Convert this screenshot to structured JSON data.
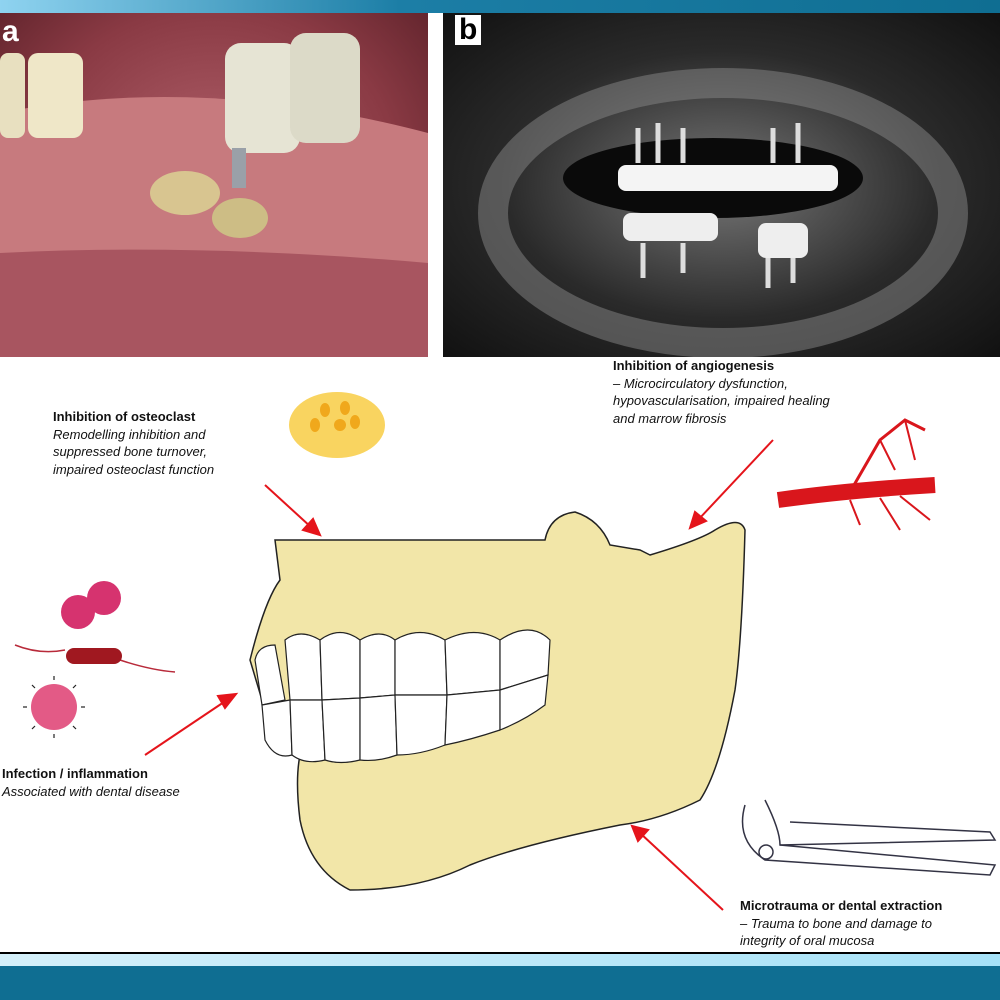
{
  "panels": {
    "a": {
      "label": "a"
    },
    "b": {
      "label": "b"
    }
  },
  "annotations": {
    "osteoclast": {
      "title": "Inhibition of osteoclast",
      "lines": [
        "Remodelling inhibition and",
        "suppressed bone turnover,",
        "impaired osteoclast function"
      ]
    },
    "angiogenesis": {
      "title": "Inhibition of angiogenesis",
      "lines": [
        "– Microcirculatory dysfunction,",
        "hypovascularisation, impaired healing",
        "and marrow fibrosis"
      ]
    },
    "infection": {
      "title": "Infection / inflammation",
      "lines": [
        "Associated with dental disease"
      ]
    },
    "microtrauma": {
      "title": "Microtrauma or dental extraction",
      "lines": [
        "– Trauma to bone and damage to",
        "integrity of oral mucosa"
      ]
    }
  },
  "colors": {
    "arrow": "#e5141b",
    "bone": "#f2e6a8",
    "vessel": "#d9161c",
    "osteoclast": "#f9d460",
    "bacteria": "#d6336f",
    "header": "#0f6e92"
  }
}
